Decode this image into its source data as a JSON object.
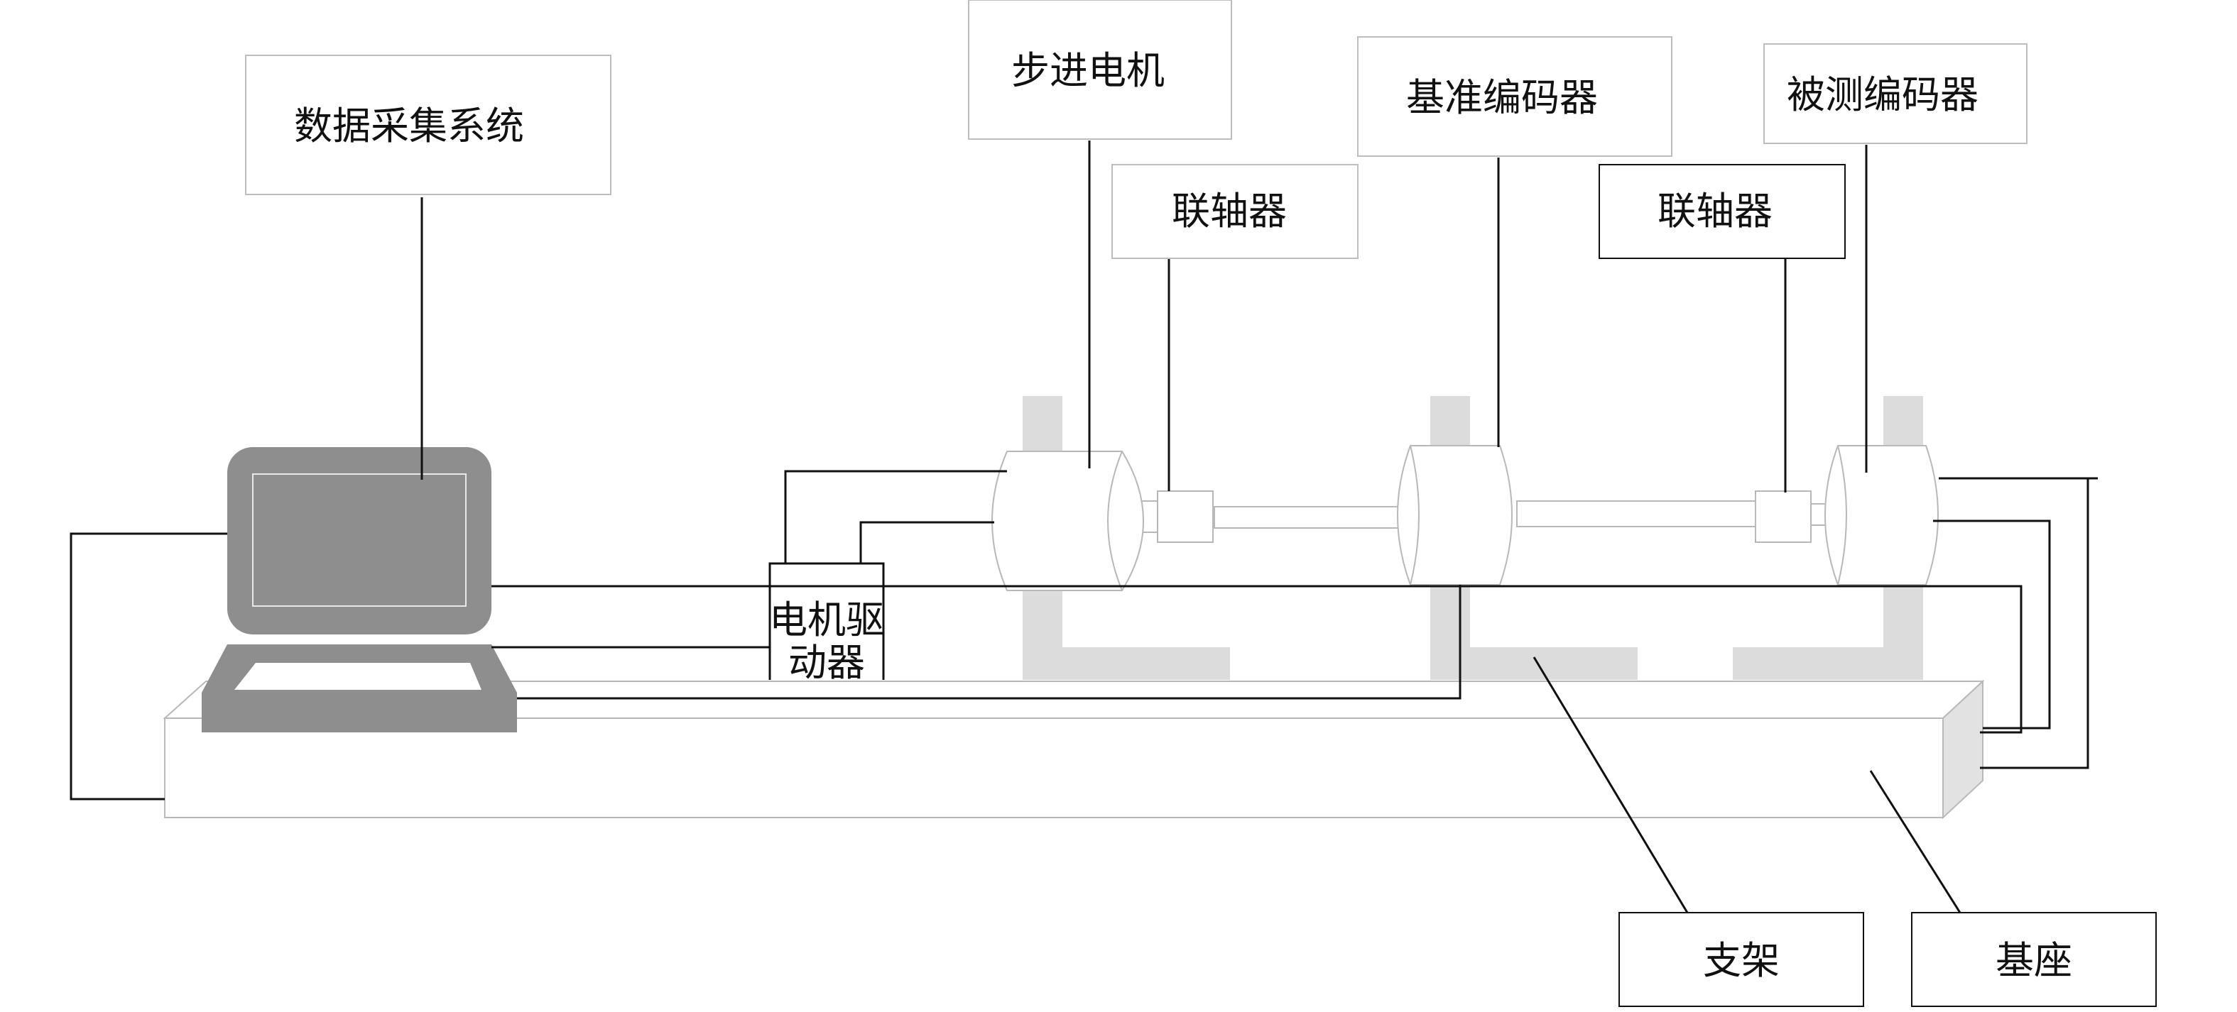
{
  "labels": {
    "data_acquisition": "数据采集系统",
    "stepper_motor": "步进电机",
    "coupling_1": "联轴器",
    "reference_encoder": "基准编码器",
    "coupling_2": "联轴器",
    "tested_encoder": "被测编码器",
    "motor_driver_line1": "电机驱",
    "motor_driver_line2": "动器",
    "bracket": "支架",
    "base": "基座"
  },
  "colors": {
    "laptop": "#8e8e8e",
    "bracket": "#dcdcdc",
    "line": "#111111",
    "outline": "#b8b8b8"
  }
}
